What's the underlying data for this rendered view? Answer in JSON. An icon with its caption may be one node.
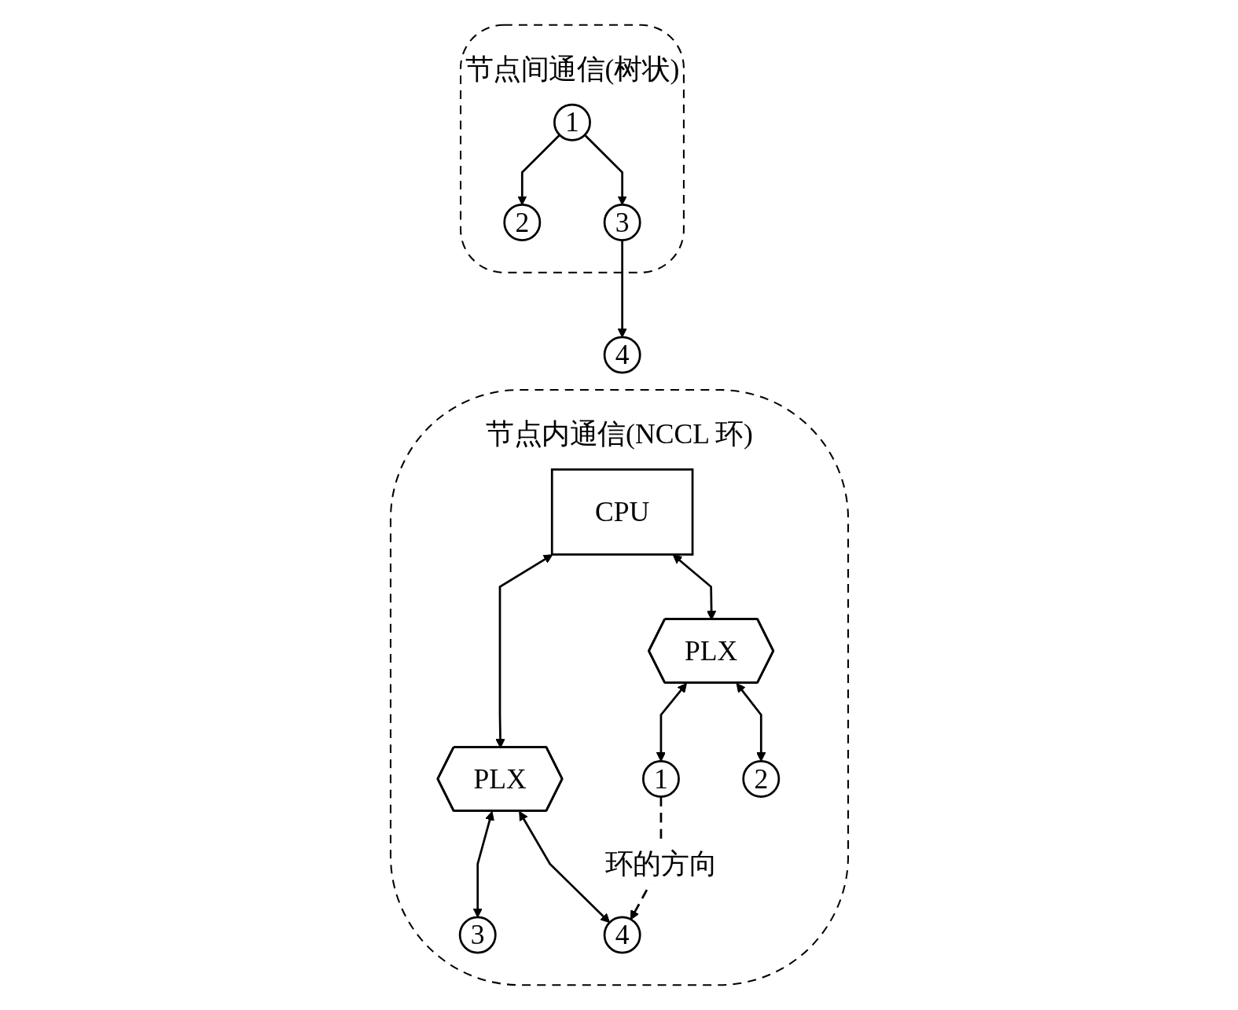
{
  "diagram": {
    "nodes": [
      {
        "text": [
          "节点间通信(树状)"
        ]
      },
      {
        "text": [
          "1"
        ],
        "in": 0
      },
      {
        "text": [
          "2"
        ],
        "in": 0
      },
      {
        "text": [
          "3"
        ],
        "in": 0
      },
      {
        "text": [
          "4"
        ]
      },
      {
        "text": [
          "节点内通信(NCCL 环)"
        ]
      },
      {
        "text": [
          "CPU"
        ],
        "in": 5
      },
      {
        "text": [
          "PLX"
        ],
        "in": 5
      },
      {
        "text": [
          "PLX"
        ],
        "in": 5
      },
      {
        "text": [
          "1"
        ],
        "in": 5
      },
      {
        "text": [
          "2"
        ],
        "in": 5
      },
      {
        "text": [
          "3"
        ],
        "in": 5
      },
      {
        "text": [
          "4"
        ],
        "in": 5
      }
    ],
    "edges": [
      {
        "from": 1,
        "to": 2,
        "arrow": "to"
      },
      {
        "from": 1,
        "to": 3,
        "arrow": "to"
      },
      {
        "from": 3,
        "to": 4,
        "arrow": "to"
      },
      {
        "from": 6,
        "to": 7,
        "arrow": "both"
      },
      {
        "from": 6,
        "to": 8,
        "arrow": "both"
      },
      {
        "from": 7,
        "to": 9,
        "arrow": "both"
      },
      {
        "from": 7,
        "to": 10,
        "arrow": "both"
      },
      {
        "from": 8,
        "to": 11,
        "arrow": "both"
      },
      {
        "from": 8,
        "to": 12,
        "arrow": "both"
      },
      {
        "from": 9,
        "to": 12,
        "arrow": "to",
        "style": "dashed",
        "label": "环的方向"
      }
    ]
  }
}
